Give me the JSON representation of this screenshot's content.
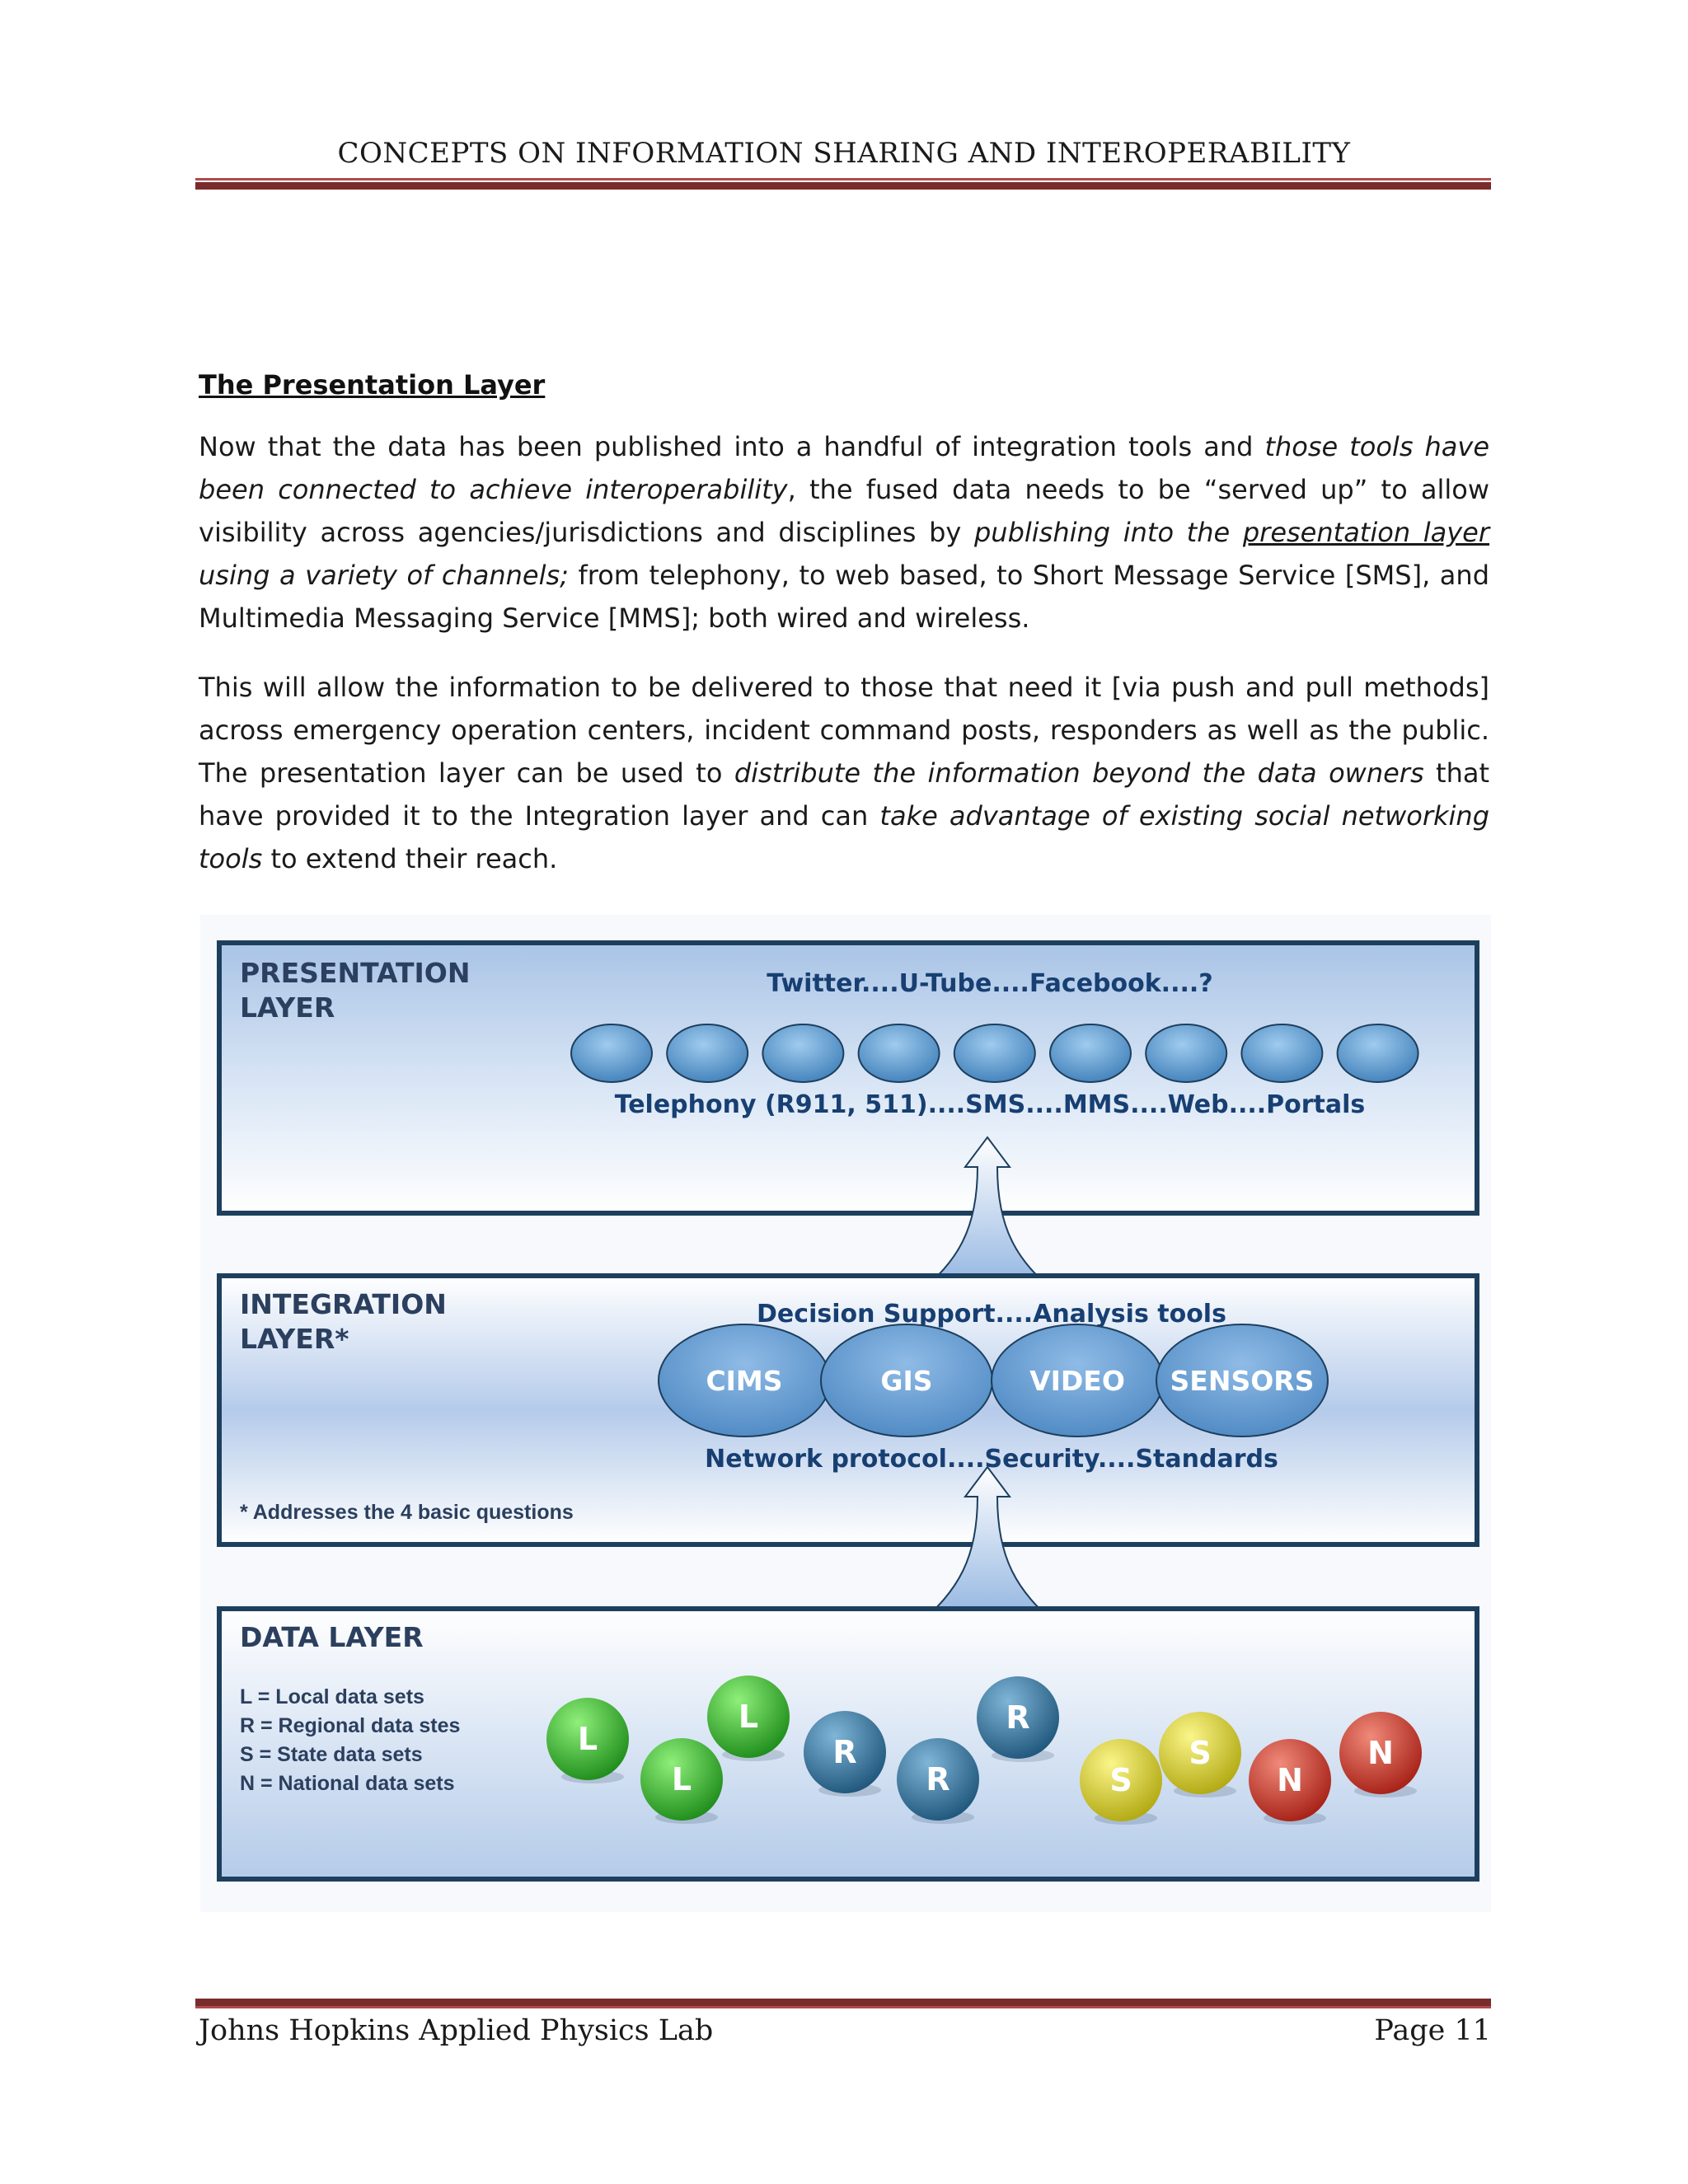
{
  "header": {
    "title": "CONCEPTS ON INFORMATION SHARING AND INTEROPERABILITY"
  },
  "section": {
    "title": "The Presentation Layer",
    "para1": {
      "s1": "Now that the data has been published into a handful of integration tools and ",
      "s2": "those tools have been connected to achieve interoperability",
      "s3": ", the fused data needs to be “served up” to allow visibility across agencies/jurisdictions and disciplines by ",
      "s4": "publishing into the ",
      "s5": "presentation layer",
      "s6": " using a variety of channels;",
      "s7": " from telephony, to web based, to Short Message Service [SMS], and Multimedia Messaging Service [MMS]; both wired and wireless."
    },
    "para2": {
      "s1": "This will allow the information to be delivered to those that need it [via push and pull methods] across emergency operation centers, incident command posts, responders as well as the public.  The presentation layer can be used to ",
      "s2": "distribute the information beyond the data owners",
      "s3": " that have provided it to the Integration layer and can ",
      "s4": "take advantage of existing social networking tools",
      "s5": " to extend their reach."
    }
  },
  "diagram": {
    "presentation": {
      "title_line1": "PRESENTATION",
      "title_line2": "LAYER",
      "top_caption": "Twitter....U-Tube....Facebook....?",
      "bottom_caption": "Telephony (R911, 511)....SMS....MMS....Web....Portals"
    },
    "integration": {
      "title_line1": "INTEGRATION",
      "title_line2": "LAYER*",
      "top_caption": "Decision Support....Analysis tools",
      "tools": [
        "CIMS",
        "GIS",
        "VIDEO",
        "SENSORS"
      ],
      "bottom_caption": "Network protocol....Security....Standards",
      "footnote": "* Addresses the 4 basic questions"
    },
    "data": {
      "title": "DATA LAYER",
      "legend": [
        "L = Local data sets",
        "R = Regional data stes",
        "S = State data sets",
        "N = National data sets"
      ],
      "balls": [
        "L",
        "L",
        "L",
        "R",
        "R",
        "R",
        "S",
        "S",
        "N",
        "N"
      ],
      "colors": {
        "L": "#2fae2a",
        "R": "#2f6f98",
        "S": "#d7cc22",
        "N": "#cc2d22"
      }
    },
    "colors": {
      "border": "#1d3f5e",
      "bubble": "#4f8fc4"
    }
  },
  "footer": {
    "left": "Johns Hopkins Applied Physics Lab",
    "right": "Page 11"
  }
}
